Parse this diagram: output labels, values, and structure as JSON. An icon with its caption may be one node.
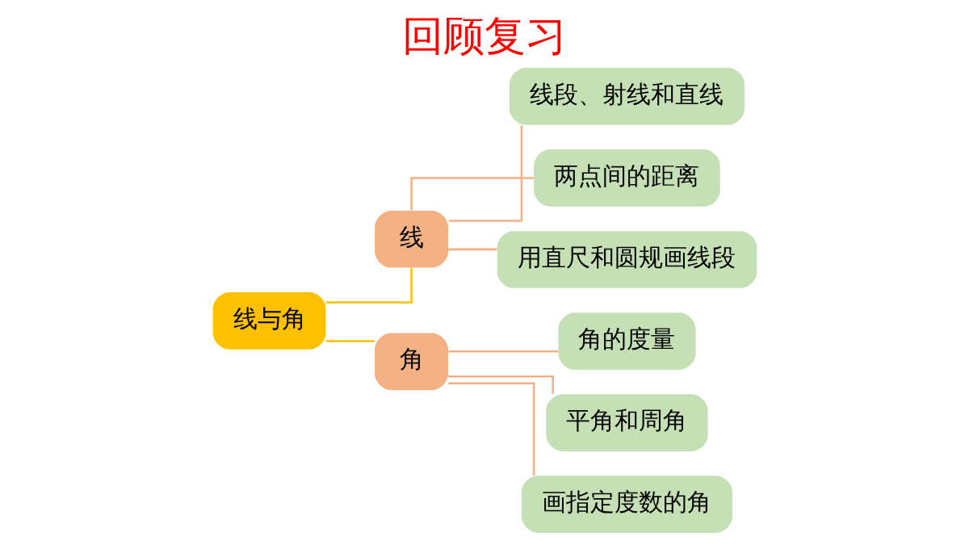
{
  "diagram": {
    "title": "回顾复习",
    "nodes": [
      {
        "text": [
          "线与角"
        ]
      },
      {
        "text": [
          "线"
        ]
      },
      {
        "text": [
          "线段、射线和直线"
        ]
      },
      {
        "text": [
          "两点间的距离"
        ]
      },
      {
        "text": [
          "用直尺和圆规画线段"
        ]
      },
      {
        "text": [
          "角"
        ]
      },
      {
        "text": [
          "角的度量"
        ]
      },
      {
        "text": [
          "平角和周角"
        ]
      },
      {
        "text": [
          "画指定度数的角"
        ]
      }
    ],
    "edges": [
      {
        "from": 0,
        "to": 1,
        "arrow": "none",
        "color": "#ffc000"
      },
      {
        "from": 1,
        "to": 2,
        "arrow": "none"
      },
      {
        "from": 1,
        "to": 3,
        "arrow": "none"
      },
      {
        "from": 1,
        "to": 4,
        "arrow": "none"
      },
      {
        "from": 0,
        "to": 5,
        "arrow": "none",
        "color": "#ffc000"
      },
      {
        "from": 5,
        "to": 6,
        "arrow": "none"
      },
      {
        "from": 5,
        "to": 7,
        "arrow": "none"
      },
      {
        "from": 5,
        "to": 8,
        "arrow": "none"
      }
    ]
  }
}
